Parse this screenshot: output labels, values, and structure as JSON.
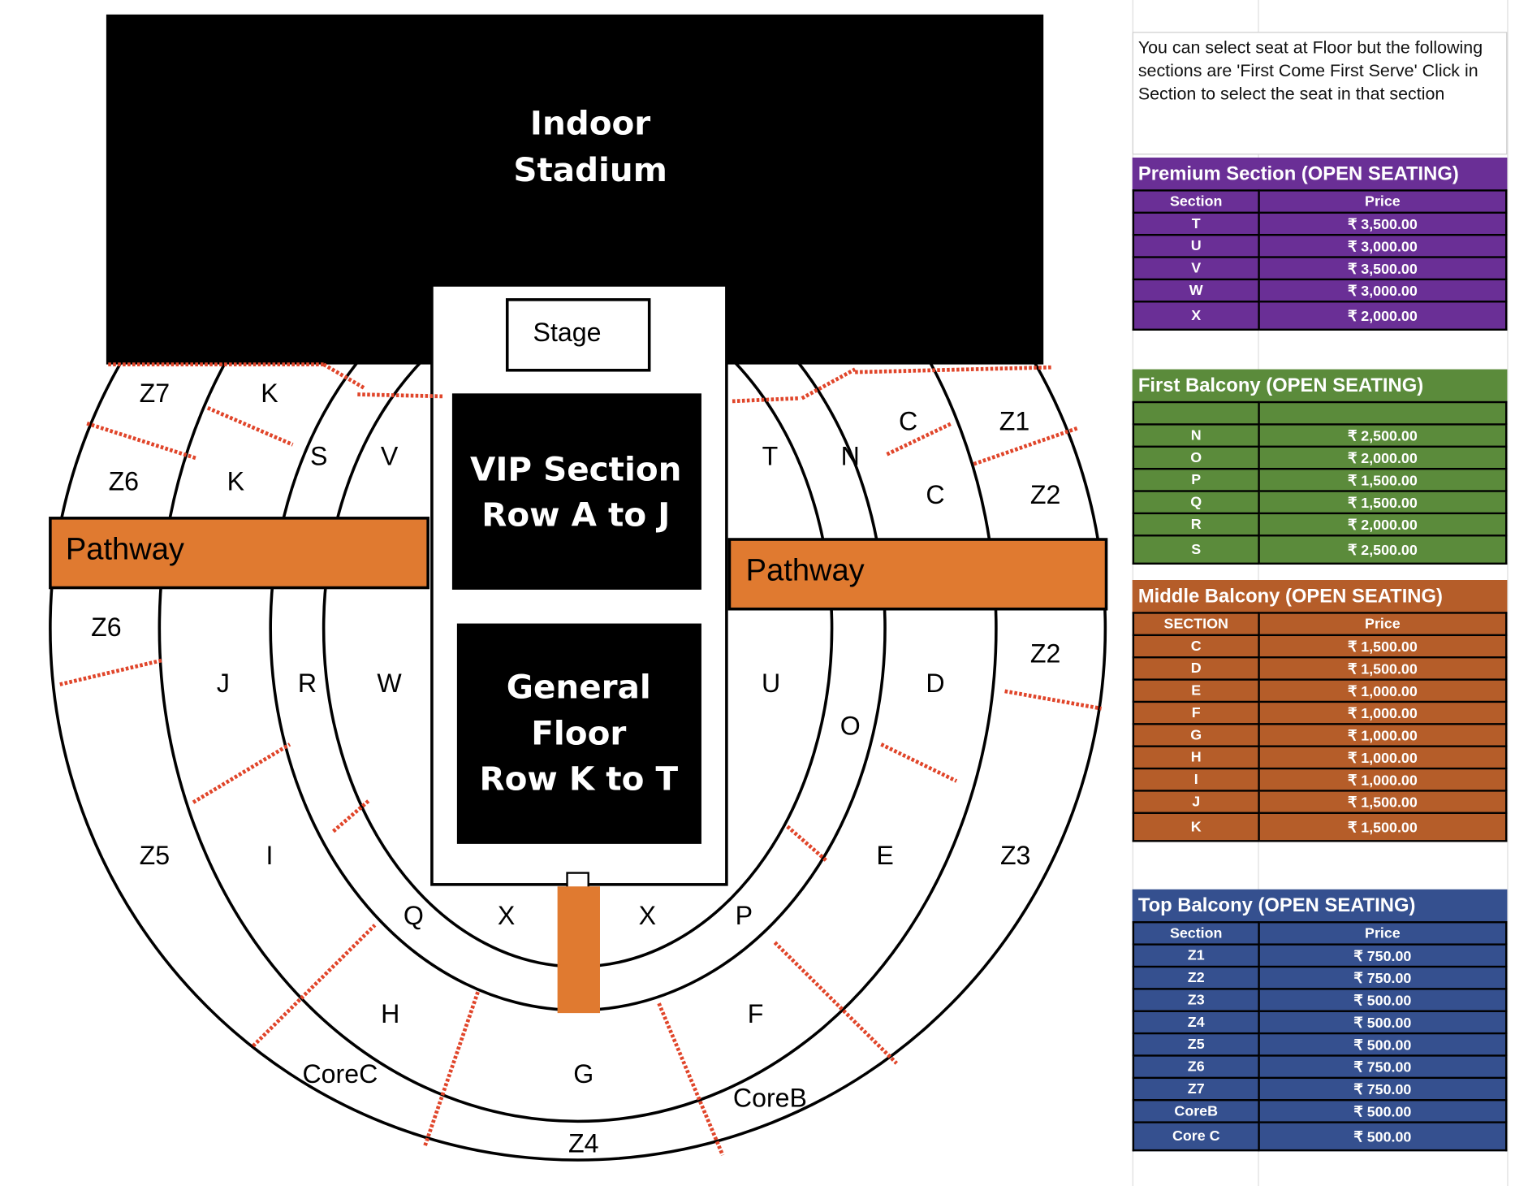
{
  "map": {
    "venue_title_line1": "Indoor",
    "venue_title_line2": "Stadium",
    "stage_label": "Stage",
    "vip_line1": "VIP Section",
    "vip_line2": "Row A to J",
    "general_line1": "General",
    "general_line2": "Floor",
    "general_line3": "Row K to T",
    "pathway_left": "Pathway",
    "pathway_right": "Pathway",
    "labels": [
      "Z7",
      "K",
      "Z6",
      "K",
      "S",
      "V",
      "T",
      "N",
      "C",
      "Z1",
      "C",
      "Z2",
      "Z6",
      "J",
      "R",
      "W",
      "U",
      "O",
      "D",
      "Z2",
      "Z5",
      "I",
      "E",
      "Z3",
      "Q",
      "X",
      "X",
      "P",
      "H",
      "F",
      "CoreC",
      "G",
      "CoreB",
      "Z4"
    ],
    "colors": {
      "pathway": "#e07a30",
      "divider": "#e0452a"
    }
  },
  "info_note": "You can select seat at Floor but the following sections are 'First Come First Serve' Click in Section to select the seat in that section",
  "tables": [
    {
      "title": "Premium Section (OPEN SEATING)",
      "color": "#6a2f96",
      "col_section": "Section",
      "col_price": "Price",
      "rows": [
        [
          "T",
          "₹ 3,500.00"
        ],
        [
          "U",
          "₹ 3,000.00"
        ],
        [
          "V",
          "₹ 3,500.00"
        ],
        [
          "W",
          "₹ 3,000.00"
        ],
        [
          "X",
          "₹ 2,000.00"
        ]
      ]
    },
    {
      "title": "First Balcony (OPEN SEATING)",
      "color": "#5b8b3b",
      "col_section": "",
      "col_price": "",
      "rows": [
        [
          "N",
          "₹ 2,500.00"
        ],
        [
          "O",
          "₹ 2,000.00"
        ],
        [
          "P",
          "₹ 1,500.00"
        ],
        [
          "Q",
          "₹ 1,500.00"
        ],
        [
          "R",
          "₹ 2,000.00"
        ],
        [
          "S",
          "₹ 2,500.00"
        ]
      ]
    },
    {
      "title": "Middle Balcony (OPEN SEATING)",
      "color": "#b55d29",
      "col_section": "SECTION",
      "col_price": "Price",
      "rows": [
        [
          "C",
          "₹ 1,500.00"
        ],
        [
          "D",
          "₹ 1,500.00"
        ],
        [
          "E",
          "₹ 1,000.00"
        ],
        [
          "F",
          "₹ 1,000.00"
        ],
        [
          "G",
          "₹ 1,000.00"
        ],
        [
          "H",
          "₹ 1,000.00"
        ],
        [
          "I",
          "₹ 1,000.00"
        ],
        [
          "J",
          "₹ 1,500.00"
        ],
        [
          "K",
          "₹ 1,500.00"
        ]
      ]
    },
    {
      "title": "Top Balcony (OPEN SEATING)",
      "color": "#35508f",
      "col_section": "Section",
      "col_price": "Price",
      "rows": [
        [
          "Z1",
          "₹ 750.00"
        ],
        [
          "Z2",
          "₹ 750.00"
        ],
        [
          "Z3",
          "₹ 500.00"
        ],
        [
          "Z4",
          "₹ 500.00"
        ],
        [
          "Z5",
          "₹ 500.00"
        ],
        [
          "Z6",
          "₹ 750.00"
        ],
        [
          "Z7",
          "₹ 750.00"
        ],
        [
          "CoreB",
          "₹ 500.00"
        ],
        [
          "Core C",
          "₹ 500.00"
        ]
      ]
    }
  ]
}
